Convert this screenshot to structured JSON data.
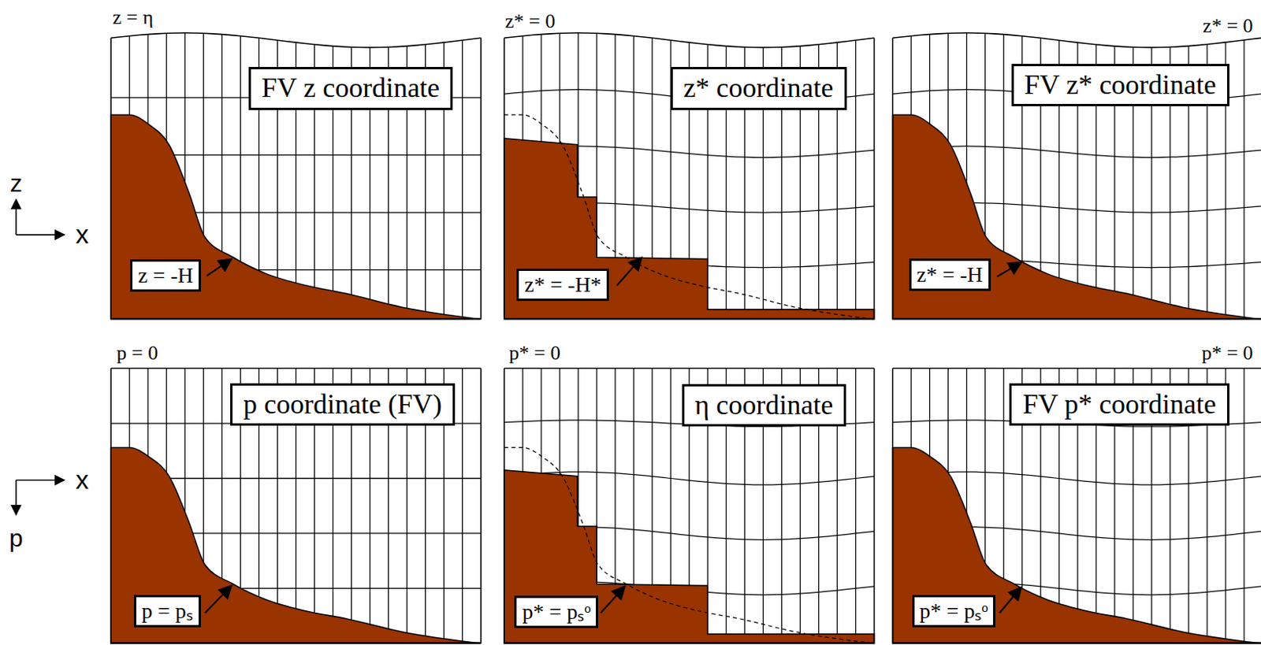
{
  "diagram": {
    "nodes": [
      {
        "text": [
          "FV z coordinate"
        ]
      },
      {
        "text": [
          "z = -H"
        ]
      },
      {
        "text": [
          "z* coordinate"
        ]
      },
      {
        "text": [
          "z* = -H*"
        ]
      },
      {
        "text": [
          "FV z* coordinate"
        ]
      },
      {
        "text": [
          "z* = -H"
        ]
      },
      {
        "text": [
          "p coordinate (FV)"
        ]
      },
      {
        "text": [
          "p = pₛ"
        ]
      },
      {
        "text": [
          "η coordinate"
        ]
      },
      {
        "text": [
          "p* = pₛᵒ"
        ]
      },
      {
        "text": [
          "FV p* coordinate"
        ]
      },
      {
        "text": [
          "p* = pₛᵒ"
        ]
      }
    ],
    "edges": [],
    "labels": [
      "z = η",
      "z* = 0",
      "z* = 0",
      "p = 0",
      "p* = 0",
      "p* = 0",
      "z",
      "x",
      "x",
      "p"
    ]
  }
}
